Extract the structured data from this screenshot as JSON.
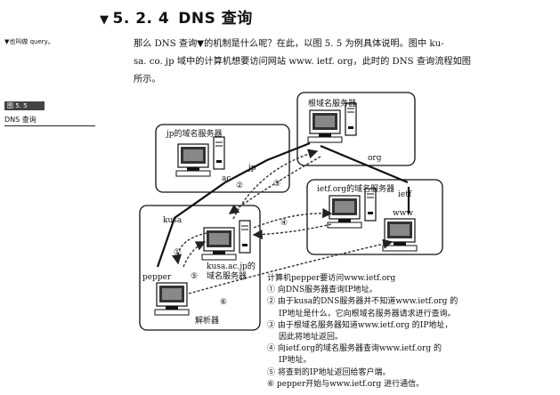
{
  "section": {
    "marker": "▼",
    "number": "5. 2. 4",
    "title": "DNS 查询"
  },
  "side_note": "▼也叫做 query。",
  "figure_ref": {
    "tag": "图 5. 5",
    "caption": "DNS 查询"
  },
  "paragraph": [
    "那么 DNS 查询▼的机制是什么呢？在此，以图 5. 5 为例具体说明。图中 ku-",
    "sa. co. jp 域中的计算机想要访问网站 www. ietf. org，此时的 DNS 查询流程如图",
    "所示。"
  ],
  "diagram": {
    "root_label": "根域名服务器",
    "jp_label": "jp的域名服务器",
    "ietf_label": "ietf.org的域名服务器",
    "kusa_server_label": [
      "kusa.ac.jp的",
      "域名服务器"
    ],
    "resolver_label": "解析器",
    "node_labels": {
      "jp": "jp",
      "ac": "ac",
      "kusa": "kusa",
      "pepper": "pepper",
      "org": "org",
      "ietf": "ietf",
      "www": "www"
    },
    "step_marks": [
      "①",
      "②",
      "③",
      "④",
      "⑤",
      "⑥"
    ],
    "steps_title": "计算机pepper要访问www.ietf.org",
    "steps": [
      "① 向DNS服务器查询IP地址。",
      "② 由于kusa的DNS服务器并不知道www.ietf.org 的",
      "IP地址是什么，它向根域名服务器请求进行查询。",
      "③ 由于根域名服务器知道www.ietf.org 的IP地址，",
      "因此将地址返回。",
      "④ 向ietf.org的域名服务器查询www.ietf.org 的",
      "IP地址。",
      "⑤ 将查到的IP地址返回给客户端。",
      "⑥ pepper开始与www.ietf.org 进行通信。"
    ]
  }
}
